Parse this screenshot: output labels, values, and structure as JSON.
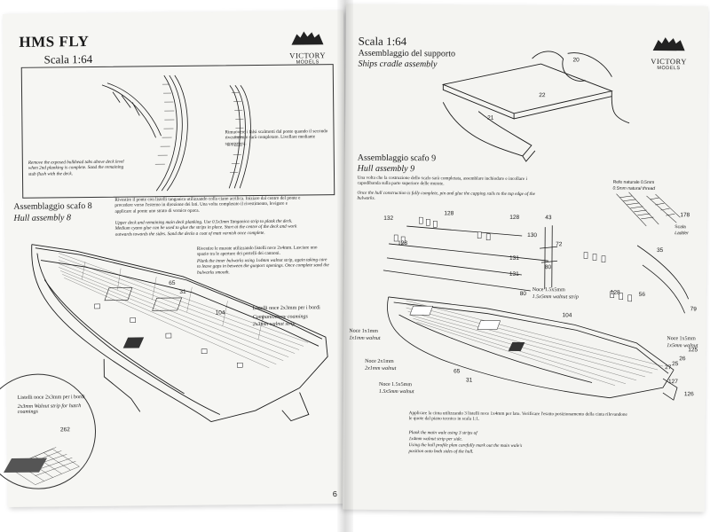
{
  "left_page": {
    "title": "HMS FLY",
    "scale": "Scala 1:64",
    "detail_note_it": "Rimuovere i falsi scalmotti dal ponte quando il secondo rivestimento sarà completato. Livellare mediante sgpppatura.",
    "detail_note_en": "Remove the exposed bulkhead tabs above deck level when 2nd planking is complete. Sand the remaining stub flush with the deck.",
    "section_title_it": "Assemblaggio scafo 8",
    "section_title_en": "Hull assembly 8",
    "text_deck_it": "Rivestire il ponte con listelli tanganica utilizzando colla ciano acrilica. Iniziare dal centro del ponte e procedere verso l'esterno in direzione dei lati. Una volta completato il rivestimento, levigare e applicare al ponte uno strato di vernice opaca.",
    "text_deck_en": "Upper deck and remaining main deck planking. Use 0.5x3mm Tanganica strip to plank the deck. Medium cyano glue can be used to glue the strips in place. Start at the centre of the deck and work outwards towards the sides. Sand the decks a coat of matt varnish once complete.",
    "text_bulwark_it": "Rivestire le murate utilizzando listelli noce 2x4mm. Lasciare uno spazio tra le aperture dei portelli dei cannoni.",
    "text_bulwark_en": "Plank the inner bulwarks using 1x4mm walnut strip, again taking care to leave gaps in between the gunport openings. Once complete sand the bulwarks smooth.",
    "label_companion_it": "Listelli noce 2x3mm per i bordi",
    "label_companion_en1": "Companionway coamings",
    "label_companion_en2": "2x3mm walnut strip",
    "label_hatch_it": "Listelli noce 2x3mm per i bordi",
    "label_hatch_en": "2x3mm Walnut strip for hatch coamings",
    "part_65": "65",
    "part_31": "31",
    "part_104": "104",
    "part_262": "262",
    "page_number": "6"
  },
  "right_page": {
    "scale": "Scala 1:64",
    "cradle_title_it": "Assemblaggio del supporto",
    "cradle_title_en": "Ships cradle assembly",
    "cradle_part_20": "20",
    "cradle_part_22": "22",
    "cradle_part_21": "21",
    "section_title_it": "Assemblaggio scafo 9",
    "section_title_en": "Hull assembly 9",
    "intro_it": "Una volta che la costruzione dello scafo sarà completata, assemblare inchiodare e incollare i capodibanda sulla parte superiore delle murate.",
    "intro_en": "Once the hull construction is fully complete, pin and glue the capping rails to the top edge of the bulwarks.",
    "label_thread_it": "Refe naturale 0.5mm",
    "label_thread_en": "0.5mm natural thread",
    "label_ladder_it": "Scala",
    "label_ladder_en": "Ladder",
    "label_noce15_it": "Noce 1.5x5mm",
    "label_noce15_en": "1.5x5mm walnut strip",
    "label_noce1x1_it": "Noce 1x1mm",
    "label_noce1x1_en": "1x1mm walnut",
    "label_noce2x1_it": "Noce 2x1mm",
    "label_noce2x1_en": "2x1mm walnut",
    "label_noce15b_it": "Noce 1.5x5mm",
    "label_noce15b_en": "1.5x5mm walnut",
    "label_noce1x5_it": "Noce 1x5mm",
    "label_noce1x5_en": "1x5mm walnut",
    "bottom_it": "Applicare la cinta utilizzando 3 listelli noce 1x4mm per lato. Verificare l'esatto posizionamento della cinta rilevandone le quote dal piano tecnico in scala 1:1.",
    "bottom_en1": "Plank the main wale using 3 strips of",
    "bottom_en2": "1x4mm walnut strip per side.",
    "bottom_en3": "Using the hull profile plan carefully mark out the main wale's",
    "bottom_en4": "position onto both sides of the hull.",
    "parts": {
      "p132": "132",
      "p128a": "128",
      "p128b": "128",
      "p128c": "128",
      "p130": "130",
      "p131a": "131",
      "p131b": "131",
      "p80a": "80",
      "p80b": "80",
      "p43": "43",
      "p72": "72",
      "p178": "178",
      "p35": "35",
      "p56": "56",
      "p79": "79",
      "p104": "104",
      "p65": "65",
      "p31": "31",
      "p25": "25",
      "p26": "26",
      "p27": "27",
      "p126": "126",
      "p127": "127",
      "p128d": "128",
      "p125": "125"
    }
  },
  "brand": {
    "name": "VICTORY",
    "sub": "MODELS"
  }
}
